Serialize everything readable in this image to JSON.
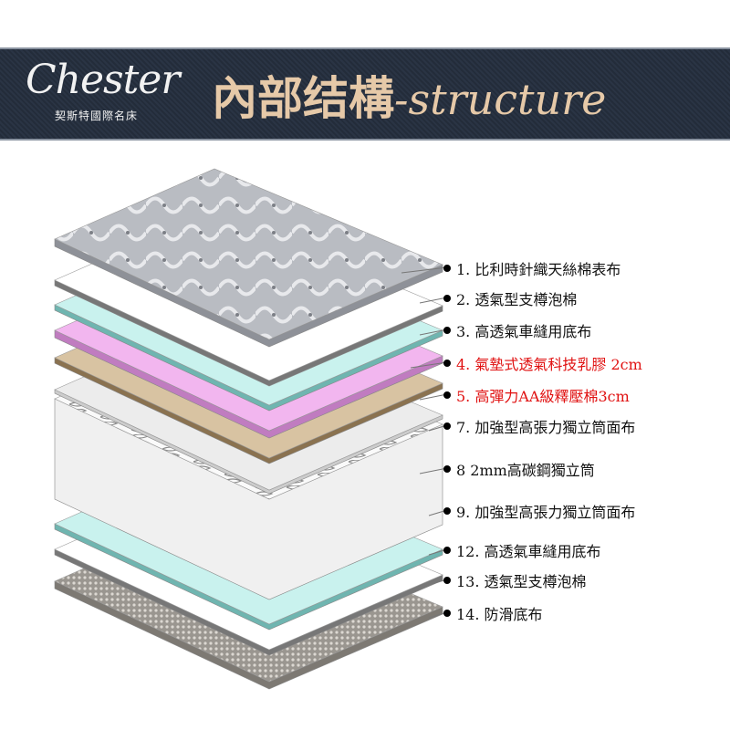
{
  "header": {
    "logo_text": "Chester",
    "logo_subtitle": "契斯特國際名床",
    "title_zh": "內部结構",
    "title_en": "-structure"
  },
  "layers": [
    {
      "label": "1.  比利時針織天絲棉表布",
      "highlight": false
    },
    {
      "label": "2.  透氣型支樽泡棉",
      "highlight": false
    },
    {
      "label": "3.  高透氣車縫用底布",
      "highlight": false
    },
    {
      "label": "4.  氣墊式透氣科技乳膠 2cm",
      "highlight": true
    },
    {
      "label": "5. 高彈力AA級釋壓棉3cm",
      "highlight": true
    },
    {
      "label": "7.  加強型高張力獨立筒面布",
      "highlight": false
    },
    {
      "label": "8   2mm高碳鋼獨立筒",
      "highlight": false
    },
    {
      "label": "9.  加強型高張力獨立筒面布",
      "highlight": false
    },
    {
      "label": "12. 高透氣車縫用底布",
      "highlight": false
    },
    {
      "label": "13. 透氣型支樽泡棉",
      "highlight": false
    },
    {
      "label": "14. 防滑底布",
      "highlight": false
    }
  ],
  "colors": {
    "banner": "#262f3e",
    "title": "#e6c9a8",
    "highlight": "#e01010"
  }
}
